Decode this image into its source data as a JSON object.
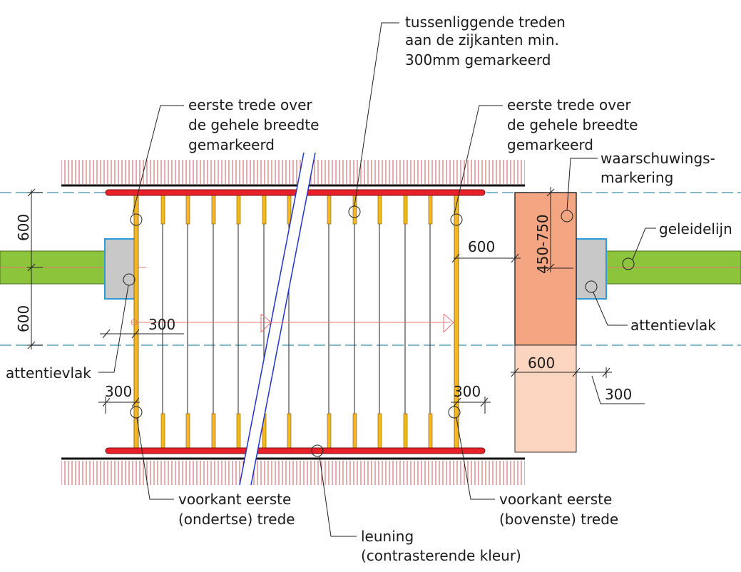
{
  "labels": {
    "tussen": [
      "tussenliggende treden",
      "aan de zijkanten min.",
      "300mm gemarkeerd"
    ],
    "eerste_links": [
      "eerste trede over",
      "de gehele breedte",
      "gemarkeerd"
    ],
    "eerste_rechts": [
      "eerste trede over",
      "de gehele breedte",
      "gemarkeerd"
    ],
    "waarschuwing": [
      "waarschuwings-",
      "markering"
    ],
    "geleidelijn": "geleidelijn",
    "attentievlak_rechts": "attentievlak",
    "attentievlak_links": "attentievlak",
    "voorkant_onder": [
      "voorkant eerste",
      "(ondertse) trede"
    ],
    "voorkant_boven": [
      "voorkant eerste",
      "(bovenste) trede"
    ],
    "leuning": [
      "leuning",
      "(contrasterende kleur)"
    ]
  },
  "dimensions": {
    "left_upper": "600",
    "left_lower": "600",
    "inner_300": "300",
    "bottom_left_300": "300",
    "bottom_right_300": "300",
    "gap_600": "600",
    "range_450_750": "450-750",
    "width_600": "600",
    "right_300": "300"
  },
  "colors": {
    "guide_green": "#8cc43c",
    "attention_grey": "#c8c8c8",
    "attention_border": "#2e9bd6",
    "warning_orange": "#f4a582",
    "warning_light": "#fcd5c0",
    "handrail_red": "#e8202a",
    "step_yellow": "#f5b820",
    "dash_blue": "#5aa0b4"
  }
}
